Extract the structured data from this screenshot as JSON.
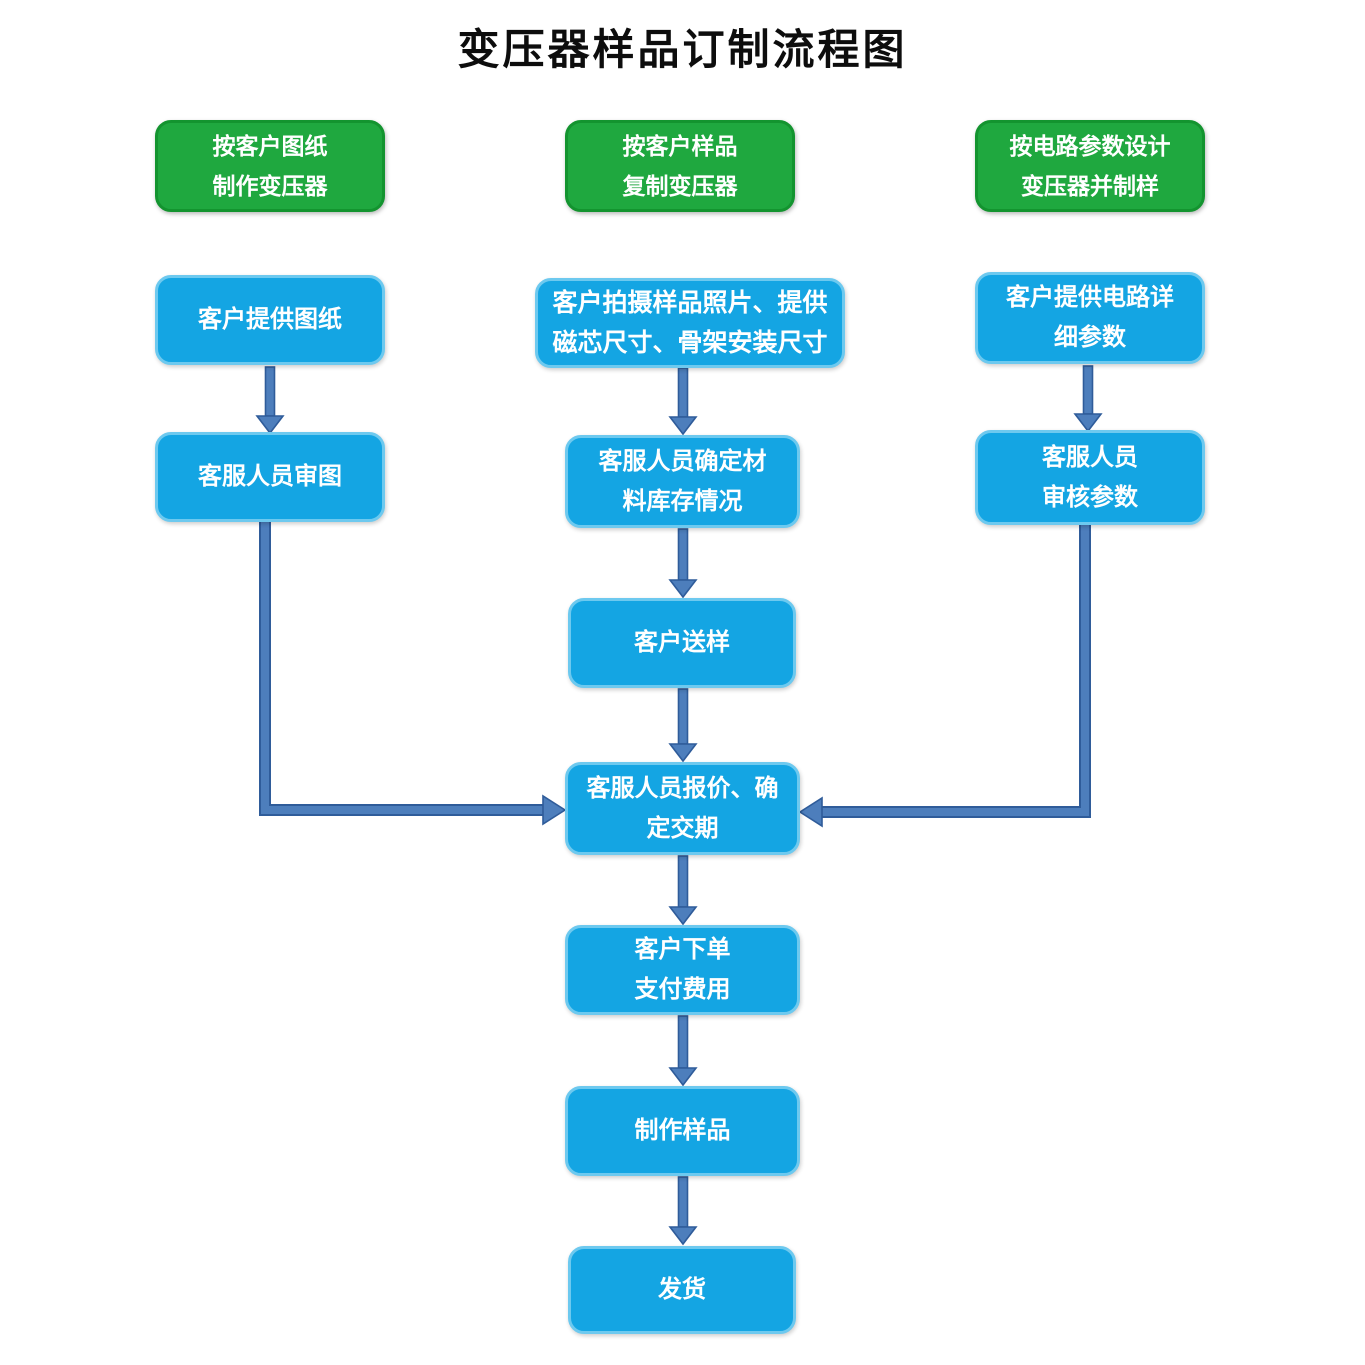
{
  "title": "变压器样品订制流程图",
  "colors": {
    "header_green": "#1fa83f",
    "node_blue": "#14a5e3",
    "connector_blue": "#4d7ebc",
    "connector_border": "#2f5c9a",
    "text_white": "#ffffff",
    "title_black": "#0d0d0d"
  },
  "flow": {
    "branches": [
      {
        "header": "按客户图纸\n制作变压器",
        "steps": [
          "客户提供图纸",
          "客服人员审图"
        ]
      },
      {
        "header": "按客户样品\n复制变压器",
        "steps": [
          "客户拍摄样品照片、提供\n磁芯尺寸、骨架安装尺寸",
          "客服人员确定材\n料库存情况",
          "客户送样"
        ]
      },
      {
        "header": "按电路参数设计\n变压器并制样",
        "steps": [
          "客户提供电路详\n细参数",
          "客服人员\n审核参数"
        ]
      }
    ],
    "merged_steps": [
      "客服人员报价、确\n定交期",
      "客户下单\n支付费用",
      "制作样品",
      "发货"
    ]
  }
}
